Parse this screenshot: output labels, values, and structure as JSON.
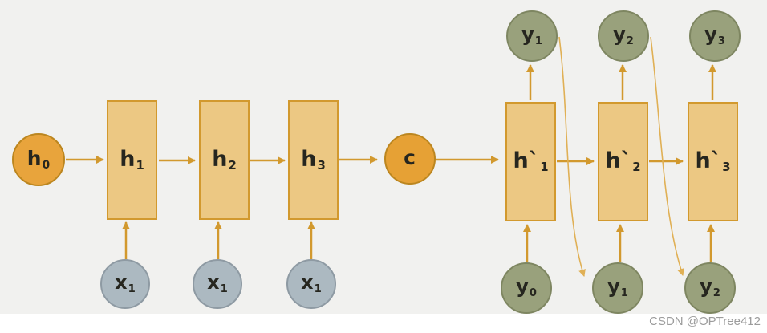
{
  "diagram": {
    "title_hint": "encoder-decoder RNN (seq2seq) diagram",
    "encoder": {
      "initial_state": {
        "base": "h",
        "sub": "0"
      },
      "cells": [
        {
          "base": "h",
          "sub": "1"
        },
        {
          "base": "h",
          "sub": "2"
        },
        {
          "base": "h",
          "sub": "3"
        }
      ],
      "inputs": [
        {
          "base": "x",
          "sub": "1"
        },
        {
          "base": "x",
          "sub": "1"
        },
        {
          "base": "x",
          "sub": "1"
        }
      ]
    },
    "context": {
      "base": "c",
      "sub": ""
    },
    "decoder": {
      "cells": [
        {
          "base": "h`",
          "sub": "1"
        },
        {
          "base": "h`",
          "sub": "2"
        },
        {
          "base": "h`",
          "sub": "3"
        }
      ],
      "outputs_top": [
        {
          "base": "y",
          "sub": "1"
        },
        {
          "base": "y",
          "sub": "2"
        },
        {
          "base": "y",
          "sub": "3"
        }
      ],
      "inputs_bottom": [
        {
          "base": "y",
          "sub": "0"
        },
        {
          "base": "y",
          "sub": "1"
        },
        {
          "base": "y",
          "sub": "2"
        }
      ]
    }
  },
  "colors": {
    "canvas_background": "#f1f1ef",
    "bottom_strip": "#ffffff",
    "state_circle_fill": "#e8a43c",
    "state_circle_border": "#bc861f",
    "cell_fill": "#ecc883",
    "cell_border": "#d2992e",
    "input_circle_fill": "#acb9c1",
    "input_circle_border": "#8e9aa3",
    "output_circle_fill": "#99a17c",
    "output_circle_border": "#7e8661",
    "arrow": "#d2992e",
    "feedback_curve": "#e0b055",
    "label_text": "#26261f",
    "watermark_text": "#9c9c9c"
  },
  "watermark": "CSDN @OPTree412"
}
